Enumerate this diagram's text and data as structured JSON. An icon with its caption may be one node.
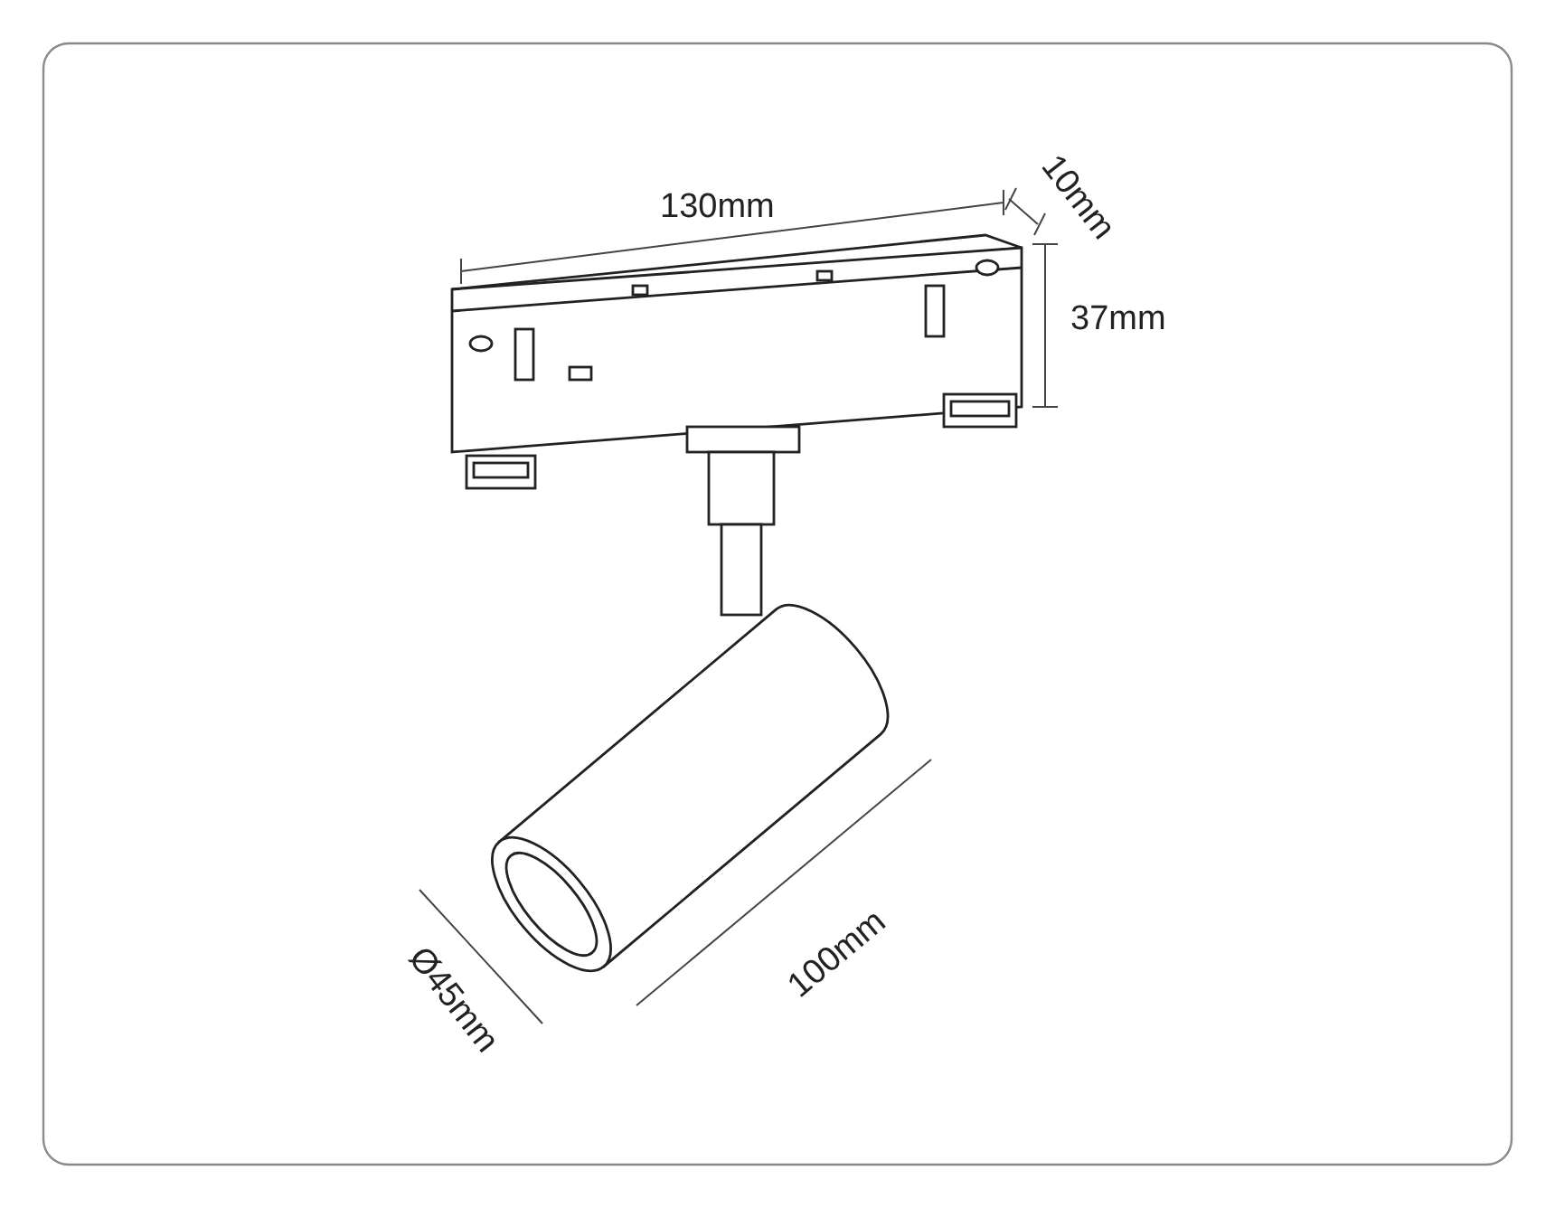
{
  "diagram": {
    "labels": [
      "130mm",
      "10mm",
      "37mm",
      "Ø45mm",
      "100mm"
    ]
  }
}
